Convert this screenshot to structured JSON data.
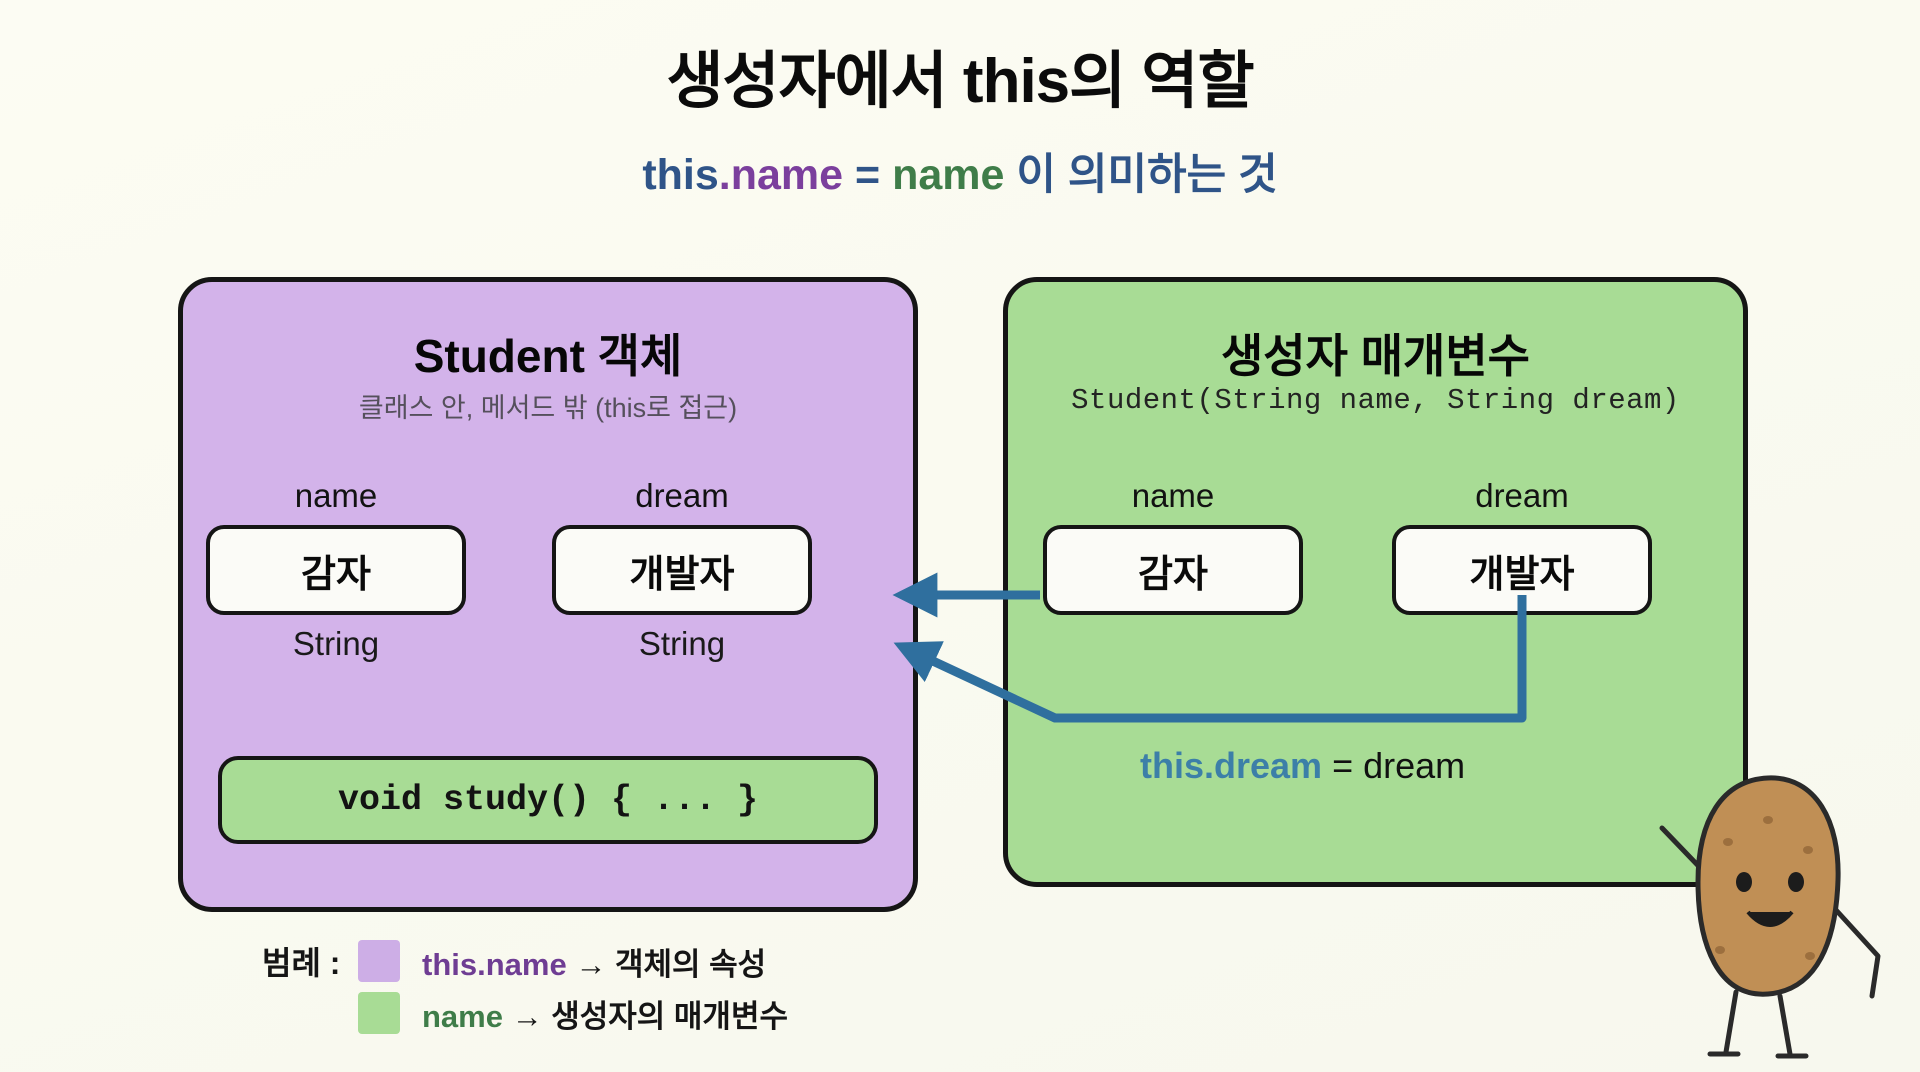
{
  "heading": {
    "title": "생성자에서 this의 역할",
    "subtitle": {
      "this": "this",
      "property": ".name",
      "equals": " = ",
      "param": "name",
      "tail": " 이 의미하는 것"
    }
  },
  "object_panel": {
    "title": "Student 객체",
    "subtitle": "클래스 안, 메서드 밖 (this로 접근)",
    "color": "#d3b3ea",
    "fields": [
      {
        "label": "name",
        "value": "감자",
        "type": "String"
      },
      {
        "label": "dream",
        "value": "개발자",
        "type": "String"
      }
    ],
    "method": "void study() { ... }"
  },
  "param_panel": {
    "title": "생성자 매개변수",
    "signature": "Student(String name, String dream)",
    "color": "#a8dc95",
    "fields": [
      {
        "label": "name",
        "value": "감자"
      },
      {
        "label": "dream",
        "value": "개발자"
      }
    ],
    "assignment": {
      "lhs": "this.dream",
      "rhs": " = dream"
    }
  },
  "legend": {
    "caption": "범례 :",
    "items": [
      {
        "swatch": "#cdaee6",
        "code": "this.name",
        "desc": " → 객체의 속성"
      },
      {
        "swatch": "#a8dc95",
        "code": "name",
        "desc": " → 생성자의 매개변수"
      }
    ]
  },
  "colors": {
    "arrow": "#2f6f9e",
    "purple_panel": "#d3b3ea",
    "green_panel": "#a8dc95",
    "this_blue": "#2f5488",
    "property_purple": "#7b3f9d",
    "param_green": "#3f7d49",
    "potato_body": "#c08f55"
  }
}
